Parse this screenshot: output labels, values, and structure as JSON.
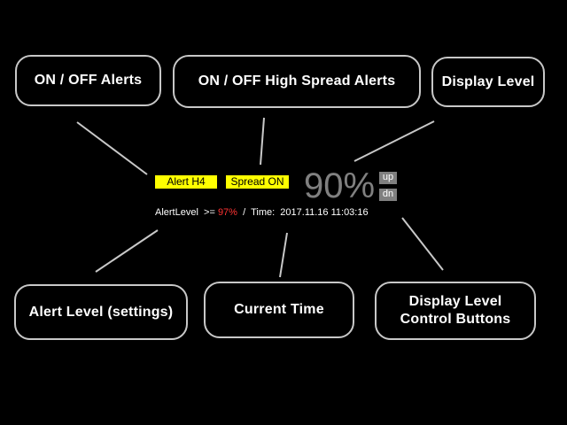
{
  "callouts": {
    "on_off_alerts": "ON / OFF Alerts",
    "on_off_spread": "ON / OFF High Spread Alerts",
    "display_level": "Display Level",
    "alert_level_settings": "Alert Level (settings)",
    "current_time": "Current Time",
    "display_level_buttons_line1": "Display Level",
    "display_level_buttons_line2": "Control Buttons"
  },
  "panel": {
    "alert_button": "Alert H4",
    "spread_button": "Spread ON",
    "level_value": "90%",
    "up_button": "up",
    "down_button": "dn",
    "alert_level_label": "AlertLevel  >=",
    "alert_level_value": "97%",
    "separator": "/",
    "time_label": "Time:",
    "time_value": "2017.11.16 11:03:16"
  },
  "colors": {
    "background": "#000000",
    "button_yellow": "#ffff00",
    "level_gray": "#808080",
    "alert_value_red": "#ff3333",
    "callout_border": "#c8c8c8"
  }
}
